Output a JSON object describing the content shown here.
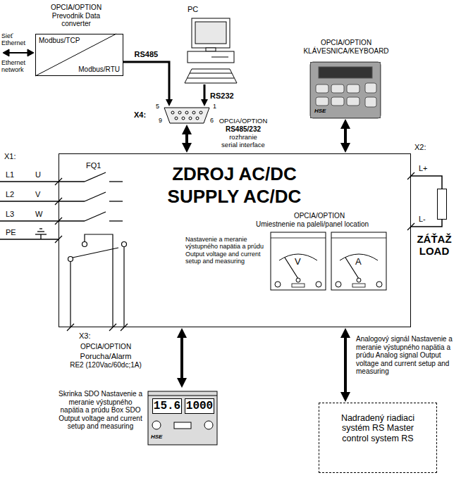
{
  "diagram": {
    "nodes": [
      {
        "text": [
          "ZDROJ AC/DC",
          "SUPPLY AC/DC"
        ]
      },
      {
        "text": [
          "OPCIA/OPTION Prevodnik Data converter",
          "Modbus/TCP",
          "Modbus/RTU"
        ]
      },
      {
        "text": [
          "PC"
        ]
      },
      {
        "text": [
          "X4:"
        ]
      },
      {
        "text": [
          "OPCIA/OPTION KLÁVESNICA/KEYBOARD"
        ]
      },
      {
        "text": [
          "OPCIA/OPTION",
          "Umiestnenie na paleli/panel location",
          "Nastavenie a meranie výstupného napätia a prúdu Output voltage and current setup and measuring"
        ],
        "in": 0
      },
      {
        "text": [
          "15.6",
          "1000",
          "Skrinka SDO Nastavenie a meranie výstupného napätia a prúdu Box SDO Output voltage and current setup and measuring"
        ]
      },
      {
        "text": [
          "Nadradený riadiaci systém RS Master control system RS"
        ]
      },
      {
        "text": [
          "ZÁŤAŽ LOAD"
        ]
      }
    ],
    "edges": [
      {
        "from": 1,
        "to": 3,
        "label": "RS485",
        "arrow": "to"
      },
      {
        "from": 2,
        "to": 3,
        "label": "RS232",
        "arrow": "to"
      },
      {
        "from": 3,
        "to": 0,
        "arrow": "both"
      },
      {
        "from": 4,
        "to": 0,
        "arrow": "both"
      },
      {
        "from": 0,
        "to": 6,
        "arrow": "both"
      },
      {
        "from": 0,
        "to": 7,
        "arrow": "both"
      },
      {
        "from": 0,
        "to": 8,
        "arrow": "none"
      },
      {
        "from": 0,
        "to": 8,
        "arrow": "none"
      }
    ],
    "labels": [
      "Sieť Ethernet",
      "Ethernet network",
      "5",
      "1",
      "9",
      "6",
      "OPCIA/OPTION",
      "RS485/232",
      "rozhranie",
      "serial interface",
      "HSE",
      "X1:",
      "L1",
      "U",
      "L2",
      "V",
      "L3",
      "W",
      "PE",
      "FQ1",
      "X2:",
      "L+",
      "L-",
      "V",
      "A",
      "X3:",
      "OPCIA/OPTION",
      "Porucha/Alarm",
      "RE2 (120Vac/60dc;1A)",
      "HSE",
      "Analogový signál Nastavenie a meranie výstupného napätia a prúdu Analog signal Output voltage and current setup and measuring"
    ]
  }
}
